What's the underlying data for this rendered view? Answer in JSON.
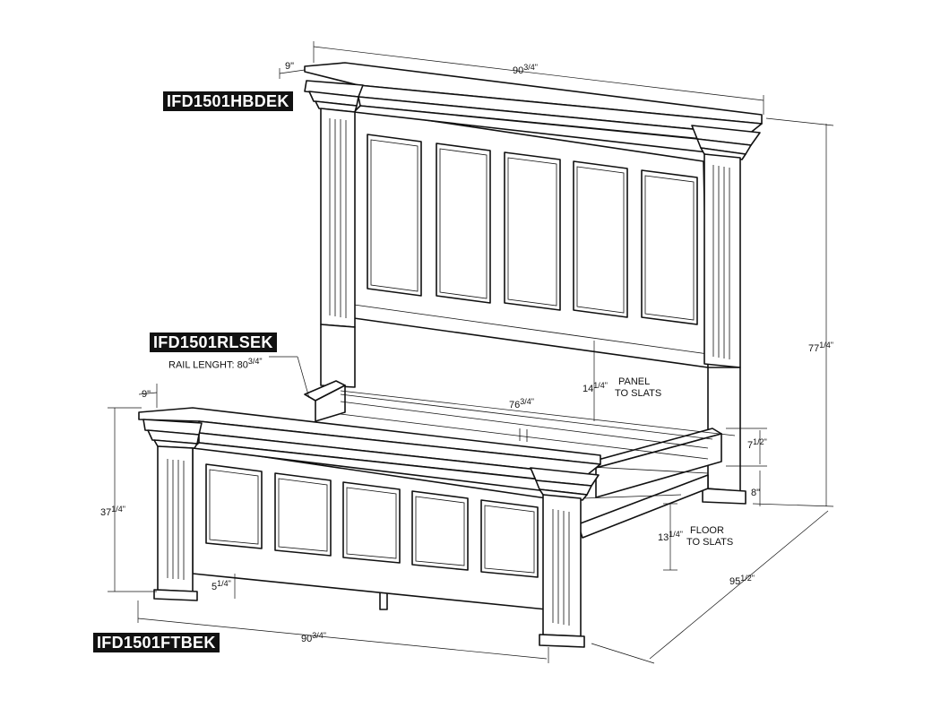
{
  "parts": {
    "headboard_code": "IFD1501HBDEK",
    "rails_code": "IFD1501RLSEK",
    "footboard_code": "IFD1501FTBEK",
    "rail_length_label": "RAIL LENGHT:",
    "rail_length_value": "80",
    "rail_length_frac": "3/4\""
  },
  "dimensions": {
    "hb_depth": "9\"",
    "hb_width_int": "90",
    "hb_width_frac": "3/4\"",
    "hb_height_int": "77",
    "hb_height_frac": "1/4\"",
    "panel_to_slats_int": "14",
    "panel_to_slats_frac": "1/4\"",
    "panel_to_slats_note_1": "PANEL",
    "panel_to_slats_note_2": "TO SLATS",
    "inner_width_int": "76",
    "inner_width_frac": "3/4\"",
    "rail_height_int": "7",
    "rail_height_frac": "1/2\"",
    "rail_floor_gap": "8\"",
    "fb_depth": "9\"",
    "fb_height_int": "37",
    "fb_height_frac": "1/4\"",
    "fb_leg_int": "5",
    "fb_leg_frac": "1/4\"",
    "floor_to_slats_int": "13",
    "floor_to_slats_frac": "1/4\"",
    "floor_to_slats_note_1": "FLOOR",
    "floor_to_slats_note_2": "TO SLATS",
    "overall_length_int": "95",
    "overall_length_frac": "1/2\"",
    "fb_width_int": "90",
    "fb_width_frac": "3/4\""
  }
}
